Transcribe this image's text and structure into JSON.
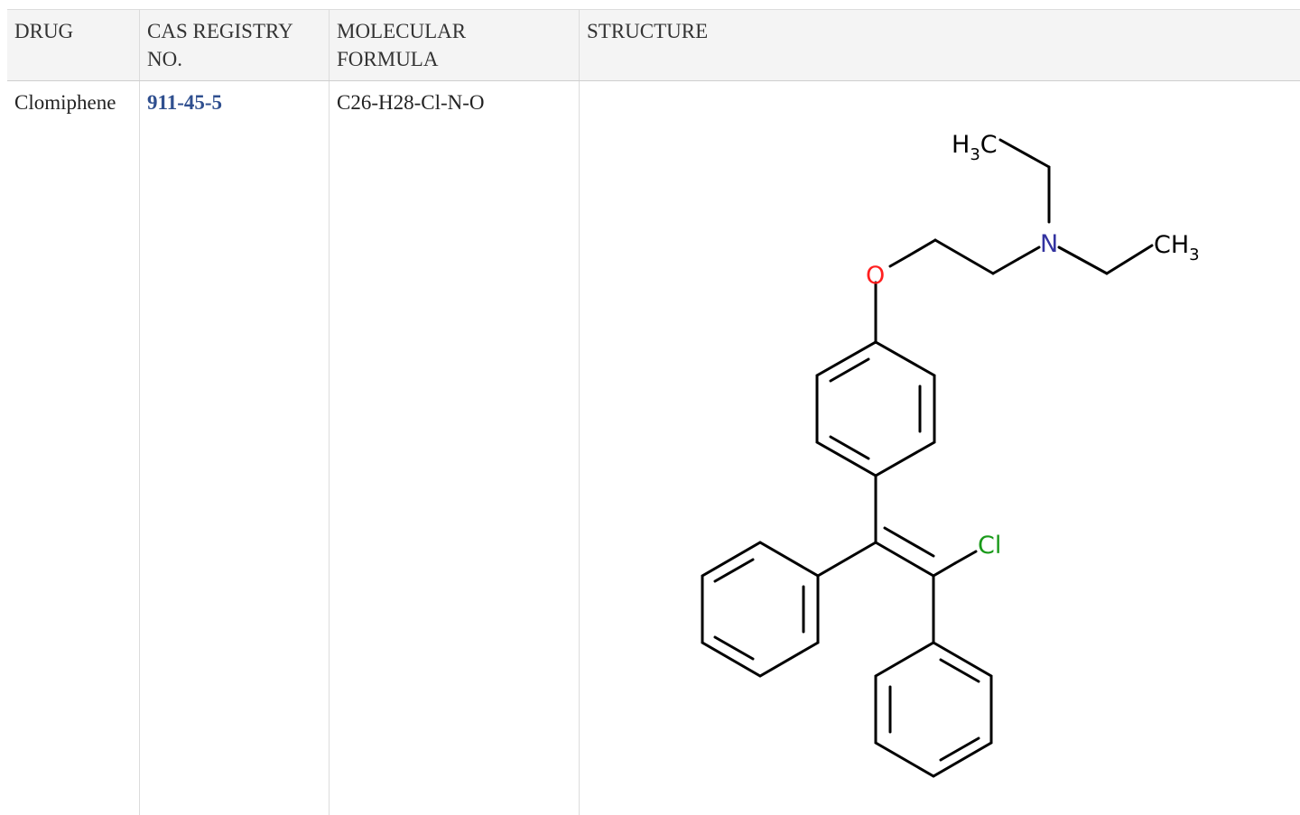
{
  "table": {
    "headers": {
      "drug": "DRUG",
      "cas": "CAS REGISTRY NO.",
      "formula": "MOLECULAR FORMULA",
      "structure": "STRUCTURE"
    },
    "rows": [
      {
        "drug": "Clomiphene",
        "cas": "911-45-5",
        "formula": "C26-H28-Cl-N-O"
      }
    ]
  },
  "structure": {
    "labels": {
      "h3c_h": "H",
      "h3c_sub": "3",
      "h3c_c": "C",
      "n": "N",
      "ch3_c": "CH",
      "ch3_sub": "3",
      "o": "O",
      "cl": "Cl"
    },
    "colors": {
      "bond": "#000000",
      "nitrogen": "#3333a0",
      "oxygen": "#ff1f1f",
      "chlorine": "#1a9a1a",
      "link": "#2f4f8f"
    }
  }
}
